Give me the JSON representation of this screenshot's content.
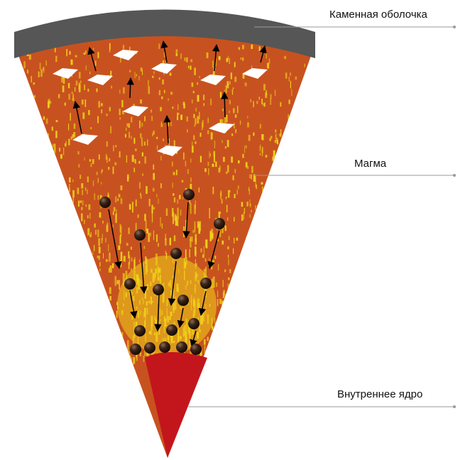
{
  "labels": {
    "crust": "Каменная оболочка",
    "magma": "Магма",
    "core": "Внутреннее ядро"
  },
  "colors": {
    "crust": "#555555",
    "magma": "#c8521f",
    "magma_speckle": "#f0d21a",
    "core": "#c3161c",
    "leader_line": "#9a9a9a",
    "particle": "#3a2418",
    "flake": "#ffffff",
    "arrow": "#000000"
  },
  "legend_semantics": {
    "white_flakes": "rising light material",
    "dark_spheres": "sinking heavy material"
  }
}
